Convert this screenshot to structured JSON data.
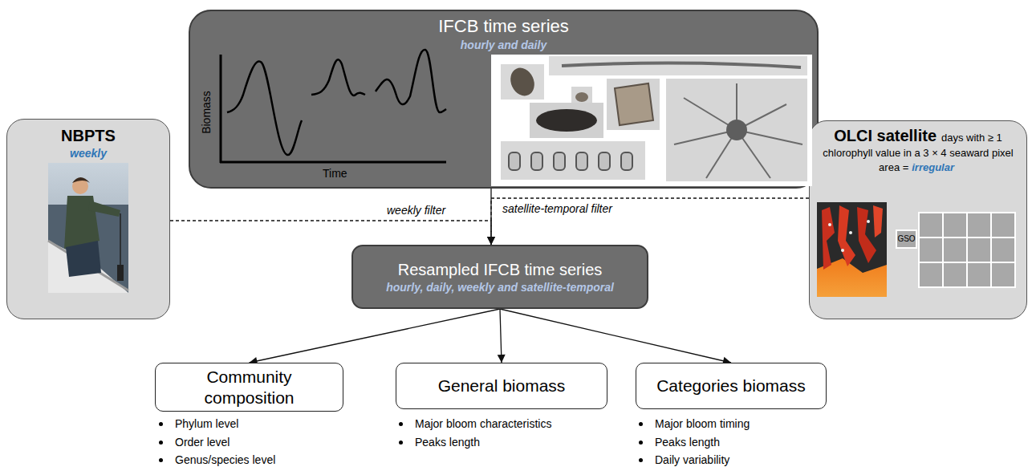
{
  "diagram": {
    "nodes": [
      {
        "text": [
          "IFCB time series",
          "hourly and daily"
        ]
      },
      {
        "text": [
          "NBPTS",
          "weekly"
        ]
      },
      {
        "text": [
          "OLCI satellite",
          "days with ≥ 1 chlorophyll value in a 3 × 4 seaward pixel area =",
          "irregular"
        ]
      },
      {
        "text": [
          "Resampled IFCB time series",
          "hourly, daily, weekly and satellite-temporal"
        ]
      },
      {
        "text": [
          "Community composition"
        ]
      },
      {
        "text": [
          "General biomass"
        ]
      },
      {
        "text": [
          "Categories biomass"
        ]
      }
    ],
    "edges": [
      {
        "from": 0,
        "to": 3,
        "arrow": "to"
      },
      {
        "from": 1,
        "to": 3,
        "arrow": "to",
        "label": "weekly filter"
      },
      {
        "from": 2,
        "to": 3,
        "arrow": "to",
        "label": "satellite-temporal filter"
      },
      {
        "from": 3,
        "to": 4,
        "arrow": "to"
      },
      {
        "from": 3,
        "to": 5,
        "arrow": "to"
      },
      {
        "from": 3,
        "to": 6,
        "arrow": "to"
      }
    ],
    "labels": [
      "Biomass",
      "Time",
      "GSO",
      "Phylum level",
      "Order level",
      "Genus/species level",
      "Major bloom characteristics",
      "Peaks length",
      "Major bloom timing",
      "Peaks length",
      "Daily variability"
    ]
  }
}
